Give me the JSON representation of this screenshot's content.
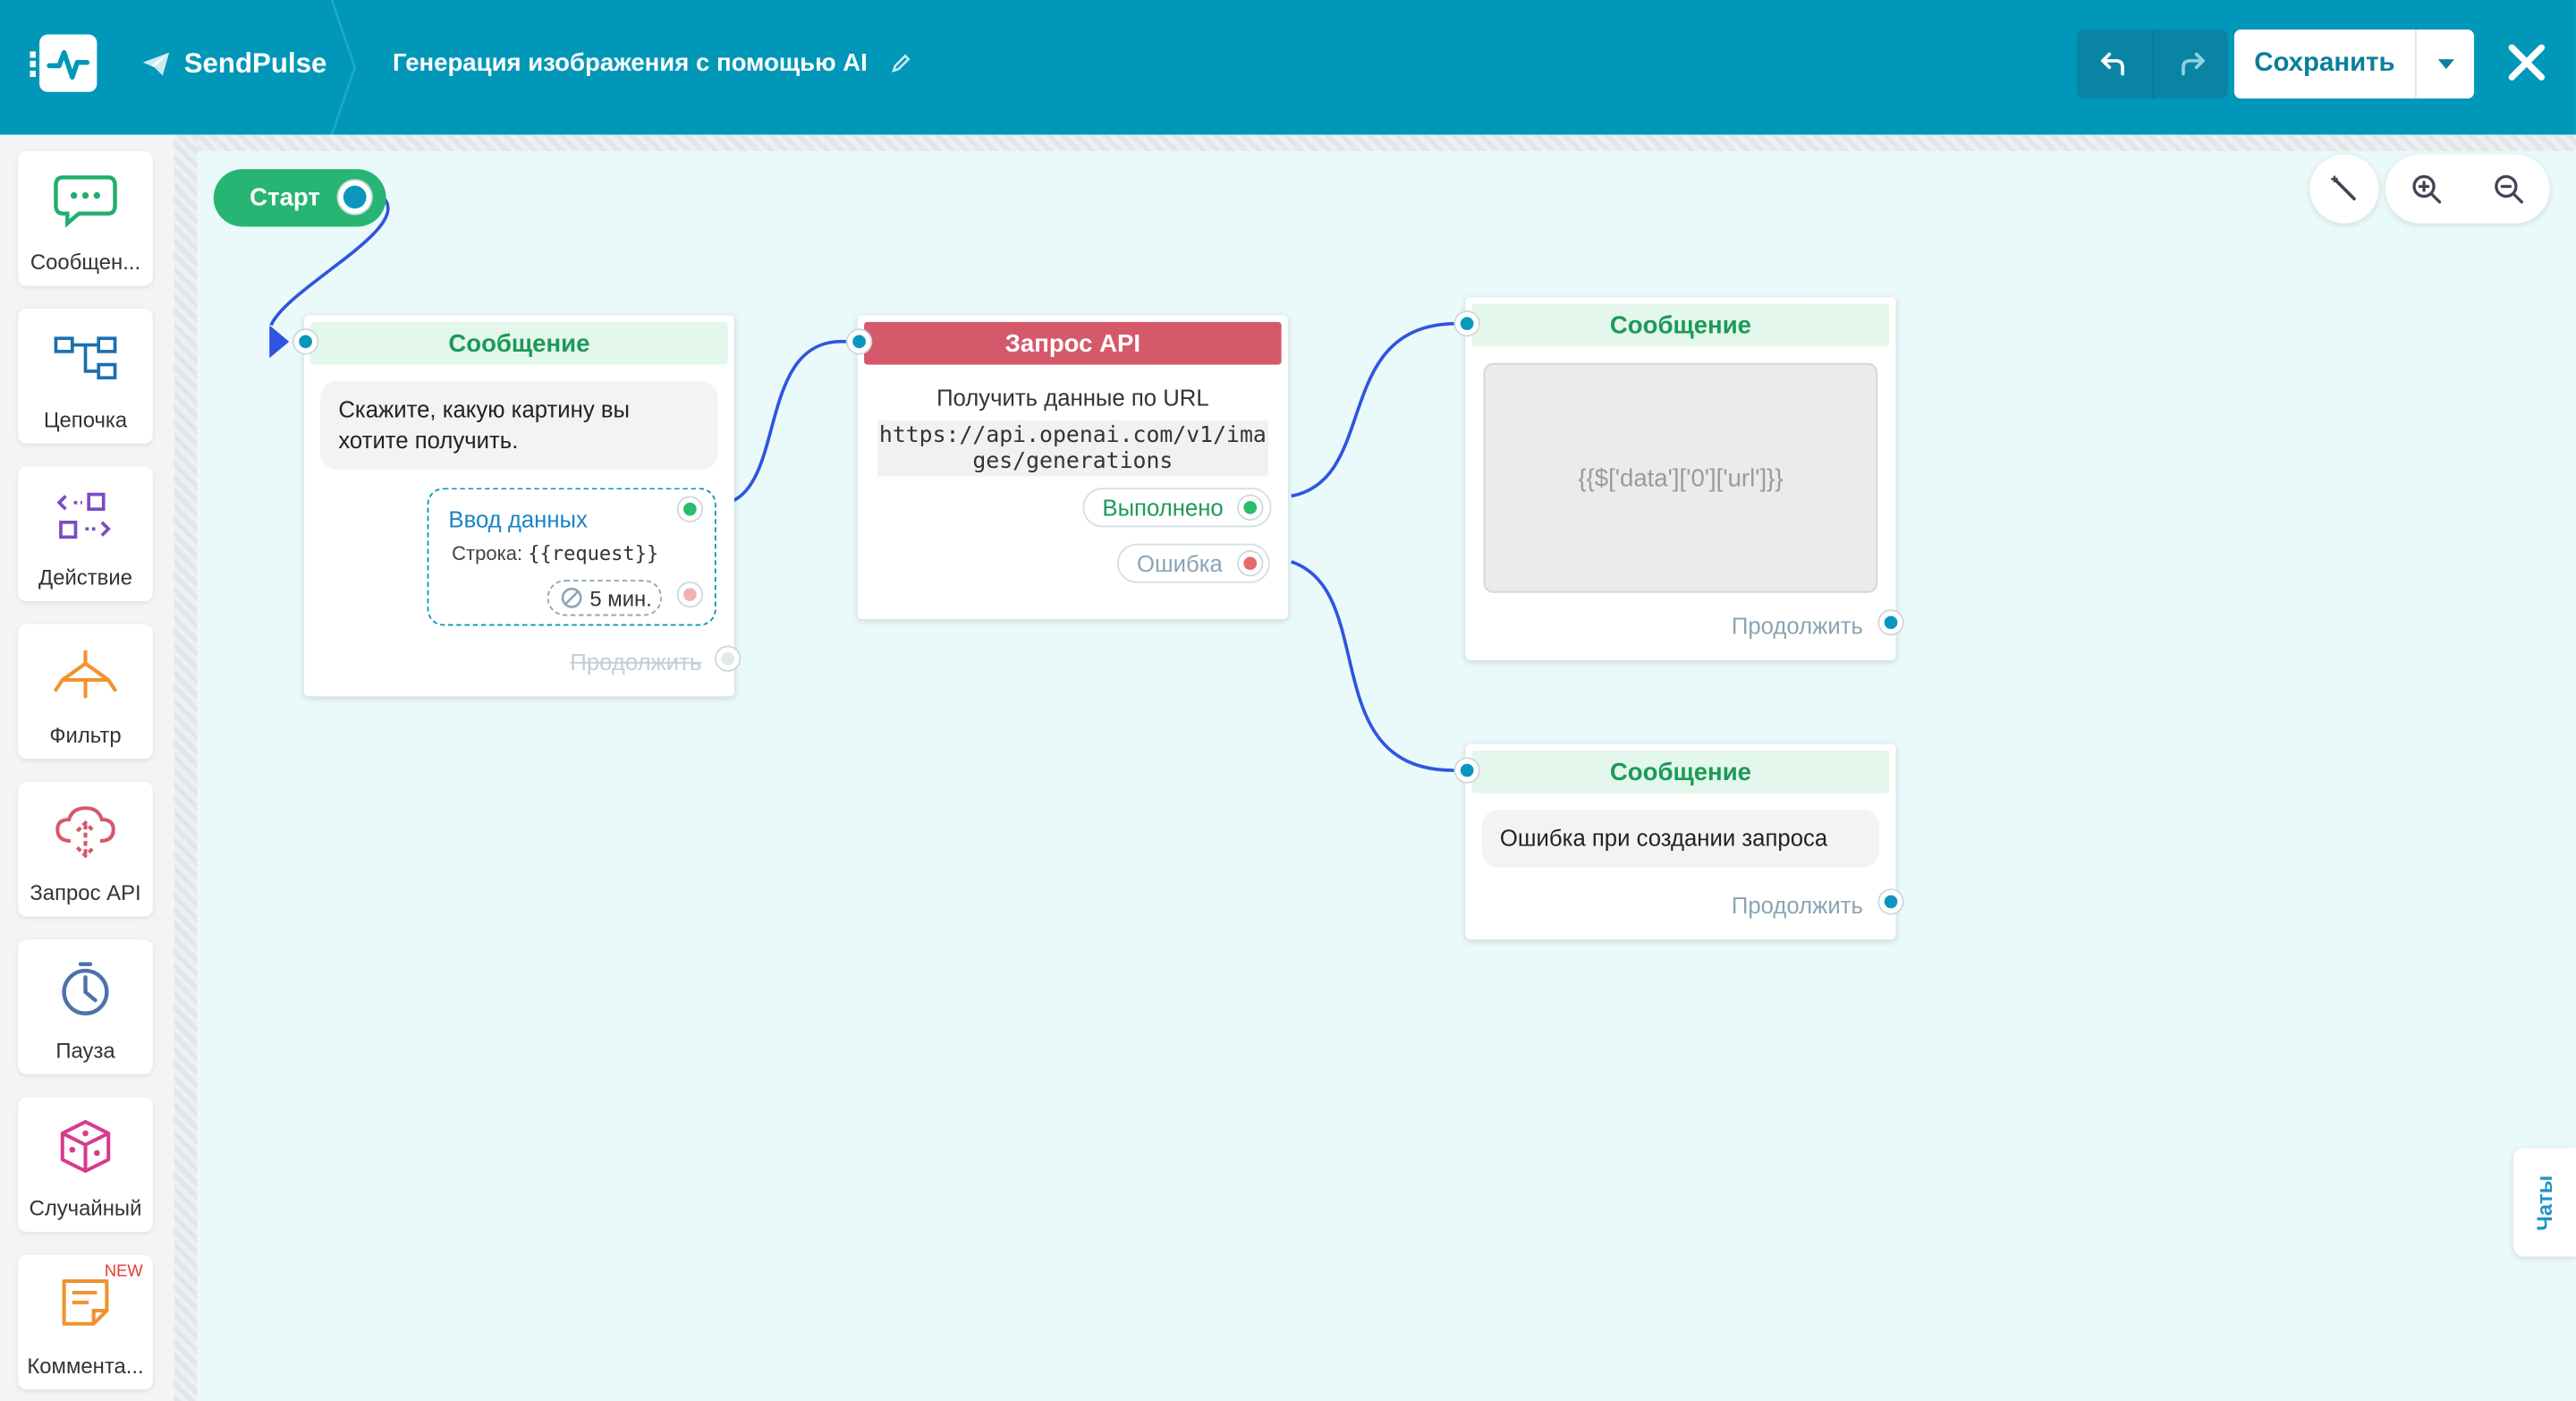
{
  "header": {
    "brand": "SendPulse",
    "flow_title": "Генерация изображения с помощью AI",
    "save_label": "Сохранить"
  },
  "sidebar": {
    "items": [
      {
        "label": "Сообщен...",
        "icon": "message-bubble-icon"
      },
      {
        "label": "Цепочка",
        "icon": "chain-icon"
      },
      {
        "label": "Действие",
        "icon": "action-icon"
      },
      {
        "label": "Фильтр",
        "icon": "filter-icon"
      },
      {
        "label": "Запрос API",
        "icon": "api-cloud-icon"
      },
      {
        "label": "Пауза",
        "icon": "clock-icon"
      },
      {
        "label": "Случайный",
        "icon": "dice-icon"
      },
      {
        "label": "Коммента...",
        "icon": "comment-icon",
        "badge": "NEW"
      }
    ]
  },
  "canvas": {
    "start_label": "Старт",
    "node_message_1": {
      "title": "Сообщение",
      "text": "Скажите, какую картину вы хотите получить.",
      "input_title": "Ввод данных",
      "input_row_label": "Строка:",
      "input_row_var": "{{request}}",
      "timer": "5 мин.",
      "continue": "Продолжить"
    },
    "node_api": {
      "title": "Запрос API",
      "subtitle": "Получить данные по URL",
      "url": "https://api.openai.com/v1/images/generations",
      "ok_label": "Выполнено",
      "error_label": "Ошибка"
    },
    "node_message_2": {
      "title": "Сообщение",
      "image_placeholder": "{{$['data']['0']['url']}}",
      "continue": "Продолжить"
    },
    "node_message_3": {
      "title": "Сообщение",
      "text": "Ошибка при создании запроса",
      "continue": "Продолжить"
    }
  },
  "chats_label": "Чаты",
  "colors": {
    "header": "#0097b9",
    "canvas": "#eafafa",
    "green": "#28b473",
    "api_red": "#d5596b",
    "wire": "#2f55e0"
  }
}
